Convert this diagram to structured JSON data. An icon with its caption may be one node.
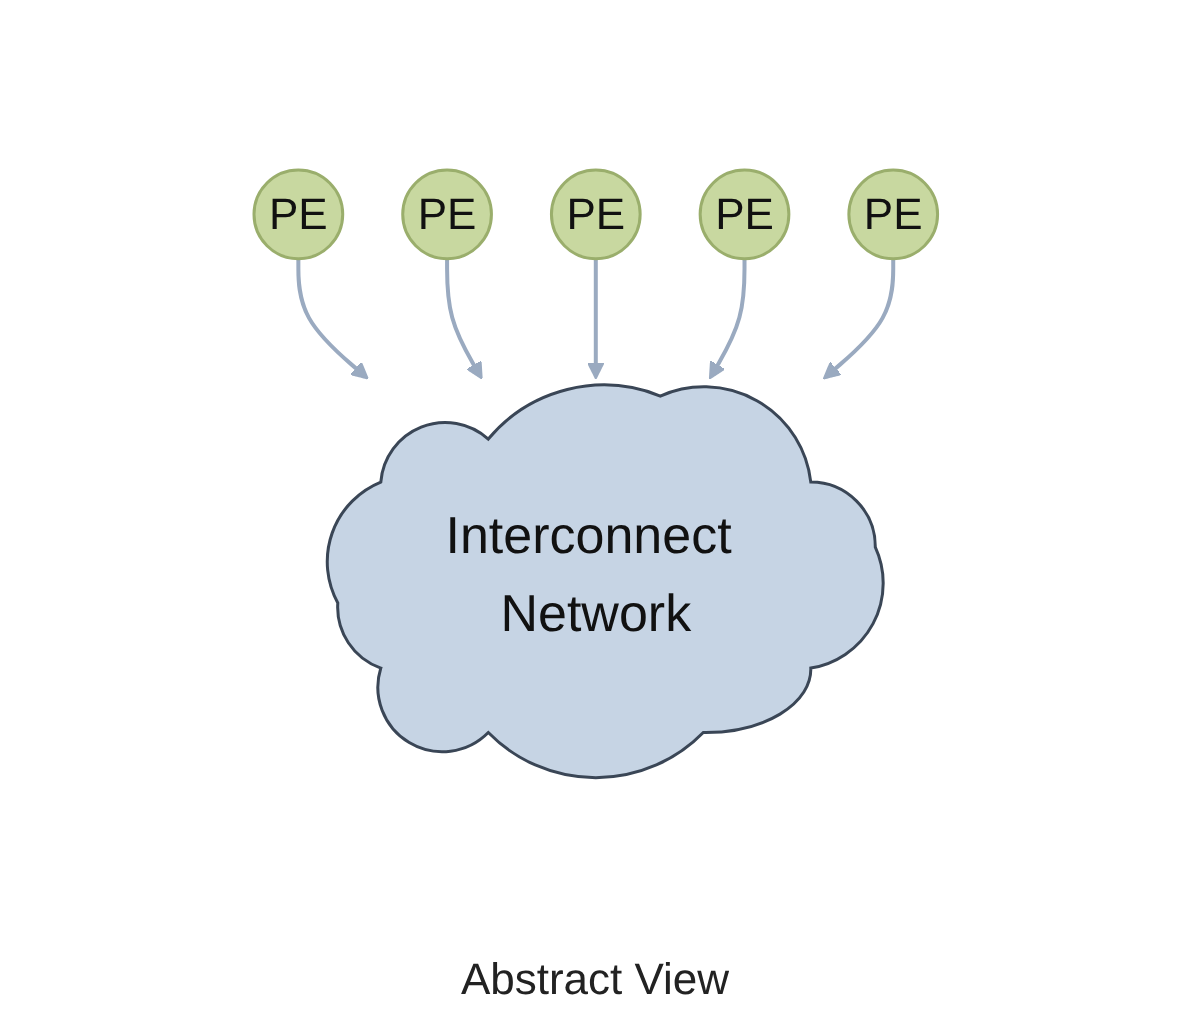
{
  "diagram": {
    "caption": "Abstract View",
    "nodes": [
      {
        "text": [
          "PE"
        ]
      },
      {
        "text": [
          "PE"
        ]
      },
      {
        "text": [
          "PE"
        ]
      },
      {
        "text": [
          "Interconnect Network"
        ]
      },
      {
        "text": [
          "PE"
        ]
      },
      {
        "text": [
          "PE"
        ]
      }
    ],
    "edges": [
      {
        "from": 0,
        "to": 3,
        "arrow": "to"
      },
      {
        "from": 1,
        "to": 3,
        "arrow": "to"
      },
      {
        "from": 2,
        "to": 3,
        "arrow": "to"
      },
      {
        "from": 4,
        "to": 3,
        "arrow": "to"
      },
      {
        "from": 5,
        "to": 3,
        "arrow": "to"
      }
    ]
  }
}
